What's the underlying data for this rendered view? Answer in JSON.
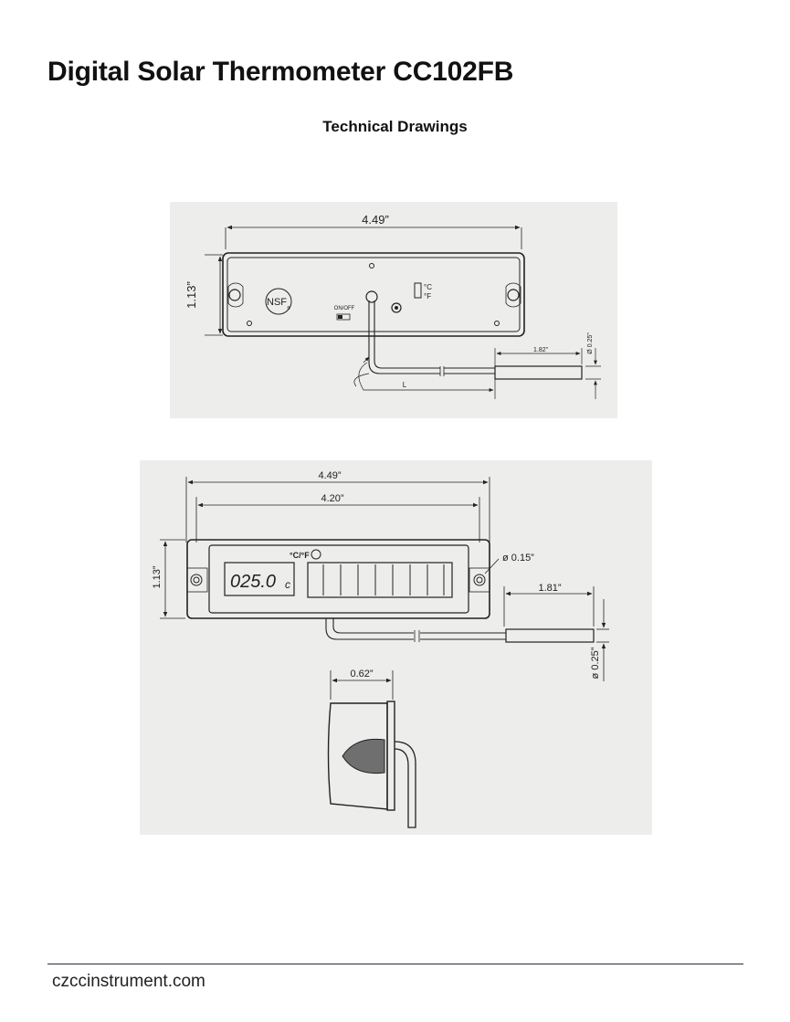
{
  "document": {
    "title": "Digital Solar Thermometer CC102FB",
    "subtitle": "Technical Drawings",
    "footer": "czccinstrument.com"
  },
  "drawing_top": {
    "width_dim": "4.49”",
    "height_dim": "1.13”",
    "nsf_label": "NSF",
    "nsf_mark": "®",
    "onoff_label": "ON/OFF",
    "unit_c": "°C",
    "unit_f": "°F",
    "probe_length_dim": "1.82”",
    "probe_dia_dim": "Ø 0.25”",
    "cable_length_label": "L"
  },
  "drawing_bottom": {
    "outer_width_dim": "4.49”",
    "inner_width_dim": "4.20”",
    "height_dim": "1.13”",
    "unit_switch_label": "°C/°F",
    "hole_dia_dim": "ø 0.15”",
    "lcd_reading": "025.0",
    "lcd_unit": "c",
    "probe_length_dim": "1.81”",
    "probe_dia_dim": "ø 0.25”",
    "depth_dim": "0.62”"
  }
}
